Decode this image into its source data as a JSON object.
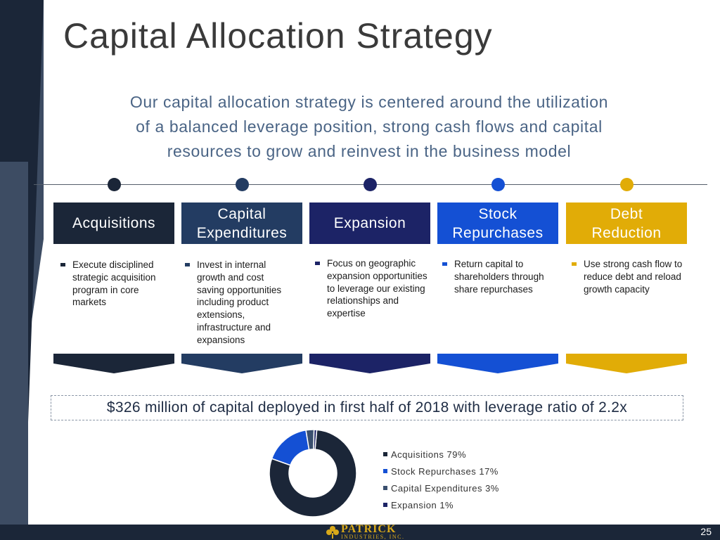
{
  "title": "Capital Allocation Strategy",
  "subtitle": [
    "Our capital allocation strategy is centered around the utilization",
    "of a balanced leverage position, strong cash flows and capital",
    "resources to grow and reinvest in the business model"
  ],
  "columns": [
    {
      "label_lines": [
        "Acquisitions"
      ],
      "color": "#1b2638",
      "bullet_color": "#1b2638",
      "bullets": "Execute disciplined strategic acquisition program in core markets"
    },
    {
      "label_lines": [
        "Capital",
        "Expenditures"
      ],
      "color": "#233c62",
      "bullet_color": "#233c62",
      "bullets": "Invest in internal growth and cost saving opportunities including product extensions, infrastructure and expansions"
    },
    {
      "label_lines": [
        "Expansion"
      ],
      "color": "#1c2366",
      "bullet_color": "#1c2366",
      "bullets": "Focus on geographic expansion opportunities to leverage our existing relationships and expertise"
    },
    {
      "label_lines": [
        "Stock",
        "Repurchases"
      ],
      "color": "#1450d4",
      "bullet_color": "#1450d4",
      "bullets": "Return capital to shareholders through share repurchases"
    },
    {
      "label_lines": [
        "Debt",
        "Reduction"
      ],
      "color": "#e1ac07",
      "bullet_color": "#e1ac07",
      "bullets": "Use strong cash flow to reduce debt and reload growth capacity"
    }
  ],
  "callout": "$326 million of capital deployed in first half of 2018 with leverage ratio of 2.2x",
  "chart_data": {
    "type": "pie",
    "donut": true,
    "series": [
      {
        "name": "Acquisitions",
        "value": 79,
        "label": "Acquisitions 79%",
        "color": "#1b2638"
      },
      {
        "name": "Stock Repurchases",
        "value": 17,
        "label": "Stock Repurchases 17%",
        "color": "#1450d4"
      },
      {
        "name": "Capital Expenditures",
        "value": 3,
        "label": "Capital Expenditures 3%",
        "color": "#3a4f6e"
      },
      {
        "name": "Expansion",
        "value": 1,
        "label": "Expansion 1%",
        "color": "#1c2366"
      }
    ],
    "legend": "right"
  },
  "footer": {
    "logo_name": "PATRICK",
    "logo_sub": "INDUSTRIES, INC.",
    "page_number": "25"
  }
}
